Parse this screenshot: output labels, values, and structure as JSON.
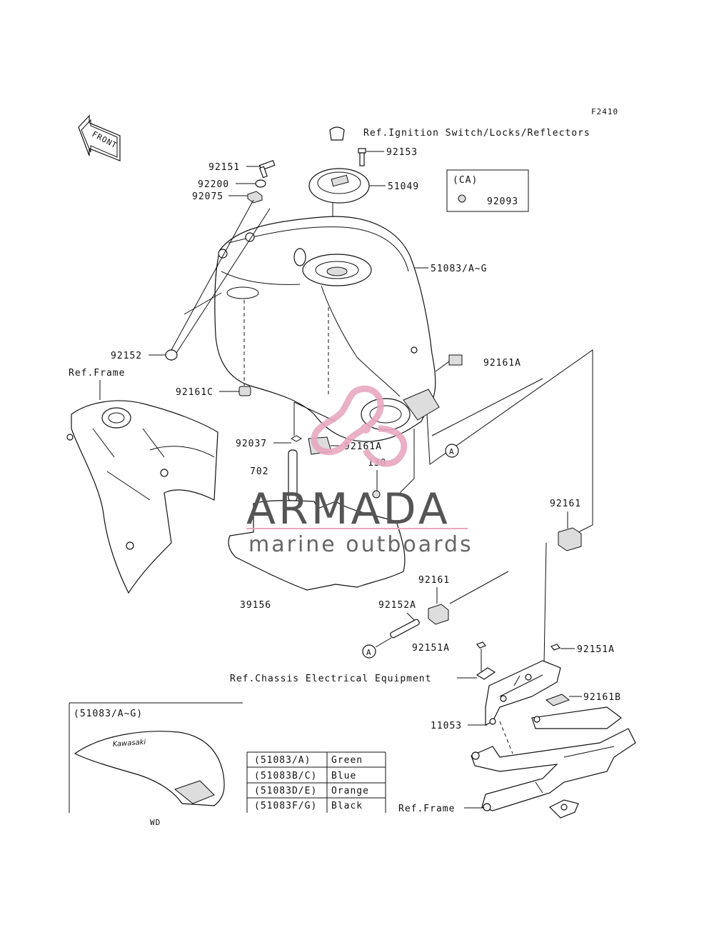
{
  "figure_code": "F2410",
  "front_label": "FRONT",
  "watermark": {
    "brand": "ARMADA",
    "tagline": "marine outboards",
    "accent_color": "#e8a8c0"
  },
  "callouts": {
    "ref_ignition": "Ref.Ignition Switch/Locks/Reflectors",
    "p92153": "92153",
    "p51049": "51049",
    "ca_label": "(CA)",
    "p92093": "92093",
    "p92151": "92151",
    "p92200": "92200",
    "p92075": "92075",
    "p51083": "51083/A~G",
    "p92152": "92152",
    "ref_frame_top": "Ref.Frame",
    "p92161c": "92161C",
    "p92161a_right": "92161A",
    "p92037": "92037",
    "p92161a_mid": "92161A",
    "p130": "130",
    "p702": "702",
    "circle_a_upper": "A",
    "p92161_right": "92161",
    "p92161_mid": "92161",
    "p92152a": "92152A",
    "p39156": "39156",
    "circle_a_lower": "A",
    "p92151a_left": "92151A",
    "p92151a_right": "92151A",
    "ref_chassis": "Ref.Chassis Electrical Equipment",
    "p92161b": "92161B",
    "p11053": "11053",
    "ref_frame_bottom": "Ref.Frame"
  },
  "inset": {
    "title": "(51083/A~G)",
    "wd_label": "WD",
    "tank_logo": "Kawasaki"
  },
  "color_table": {
    "rows": [
      {
        "part": "(51083/A)",
        "color": "Green"
      },
      {
        "part": "(51083B/C)",
        "color": "Blue"
      },
      {
        "part": "(51083D/E)",
        "color": "Orange"
      },
      {
        "part": "(51083F/G)",
        "color": "Black"
      }
    ]
  }
}
